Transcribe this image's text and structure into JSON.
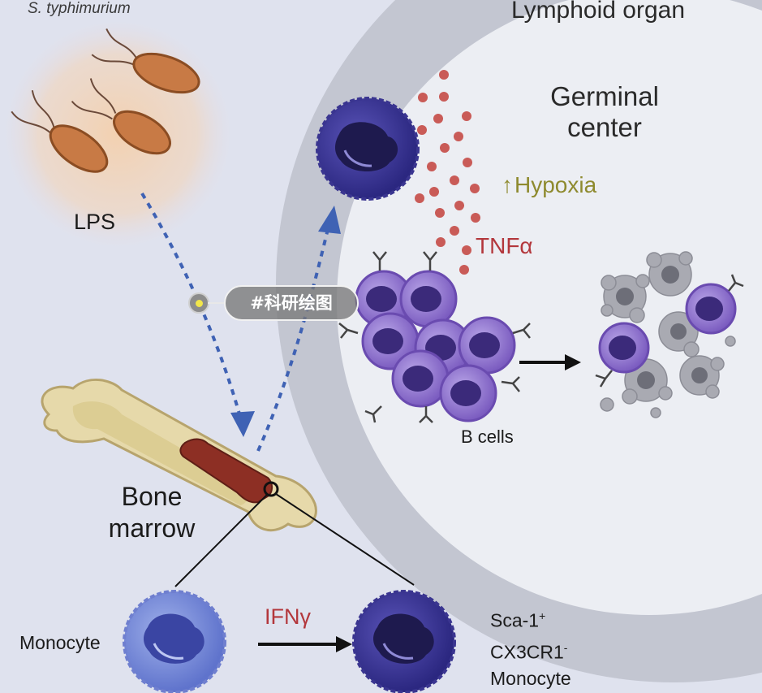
{
  "labels": {
    "organism": "S. typhimurium",
    "organ": "Lymphoid organ",
    "germinal_center": "Germinal center",
    "hypoxia_arrow": "↑",
    "hypoxia": "Hypoxia",
    "tnf": "TNFα",
    "lps": "LPS",
    "b_cells": "B cells",
    "bone_marrow": "Bone marrow",
    "monocyte": "Monocyte",
    "ifn": "IFNγ",
    "sca_main": "Sca-1",
    "sca_sup": "+",
    "cx_main": "CX3CR1",
    "cx_sup": "-",
    "sca_monocyte": "Monocyte"
  },
  "tag": {
    "text": "#科研绘图"
  },
  "colors": {
    "background": "#dfe2ee",
    "organ_ring": "#c3c6d1",
    "germinal_center": "#eceef3",
    "pathway_arrow": "#3f62b4",
    "tnf_dots": "#c95b57",
    "b_cell": "#8b6fc6",
    "monocyte": "#6f7fcf",
    "activated_cell": "#3c3699"
  },
  "icons": [
    "bacterium-icon",
    "bone-icon",
    "monocyte-cell-icon",
    "b-cell-icon",
    "antibody-icon",
    "apoptotic-cell-icon",
    "arrow-icon"
  ]
}
